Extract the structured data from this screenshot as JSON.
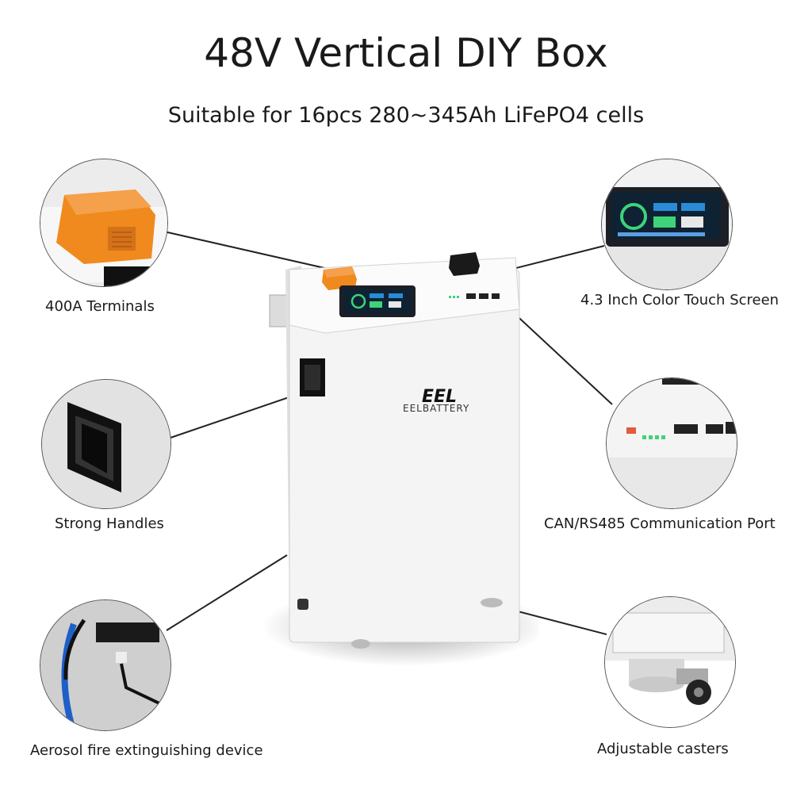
{
  "header": {
    "title": "48V Vertical DIY Box",
    "subtitle": "Suitable for 16pcs 280~345Ah LiFePO4 cells"
  },
  "product": {
    "brand_mark": "EEL",
    "brand_name": "EELBATTERY"
  },
  "features": [
    {
      "label": "400A Terminals",
      "icon": "terminal-icon"
    },
    {
      "label": "4.3 Inch Color Touch Screen",
      "icon": "touch-screen-icon"
    },
    {
      "label": "Strong Handles",
      "icon": "handle-icon"
    },
    {
      "label": "CAN/RS485 Communication Port",
      "icon": "comm-port-icon"
    },
    {
      "label": "Aerosol fire extinguishing device",
      "icon": "fire-extinguisher-icon"
    },
    {
      "label": "Adjustable casters",
      "icon": "caster-icon"
    }
  ],
  "colors": {
    "terminal_orange": "#f08a1e",
    "case_white": "#f4f4f4",
    "screen_dark": "#1c1f26",
    "screen_green": "#3ed37a"
  }
}
